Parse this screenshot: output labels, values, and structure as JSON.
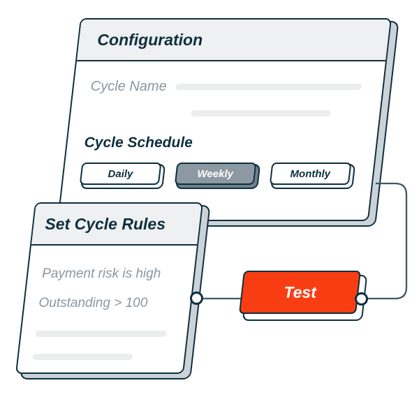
{
  "colors": {
    "ink": "#0e2f3e",
    "accent_red": "#f93d13",
    "selected_gray": "#8c99a2",
    "muted_text": "#8b96a0",
    "header_bg": "#eef0f2",
    "panel_side": "#ccd3d8",
    "connector": "#3f5864"
  },
  "config_panel": {
    "title": "Configuration",
    "cycle_name_label": "Cycle Name",
    "schedule_label": "Cycle Schedule",
    "schedule_options": [
      {
        "label": "Daily",
        "selected": false
      },
      {
        "label": "Weekly",
        "selected": true
      },
      {
        "label": "Monthly",
        "selected": false
      }
    ]
  },
  "rules_panel": {
    "title": "Set Cycle Rules",
    "rules": [
      "Payment risk is high",
      "Outstanding > 100"
    ]
  },
  "test_button": {
    "label": "Test"
  }
}
